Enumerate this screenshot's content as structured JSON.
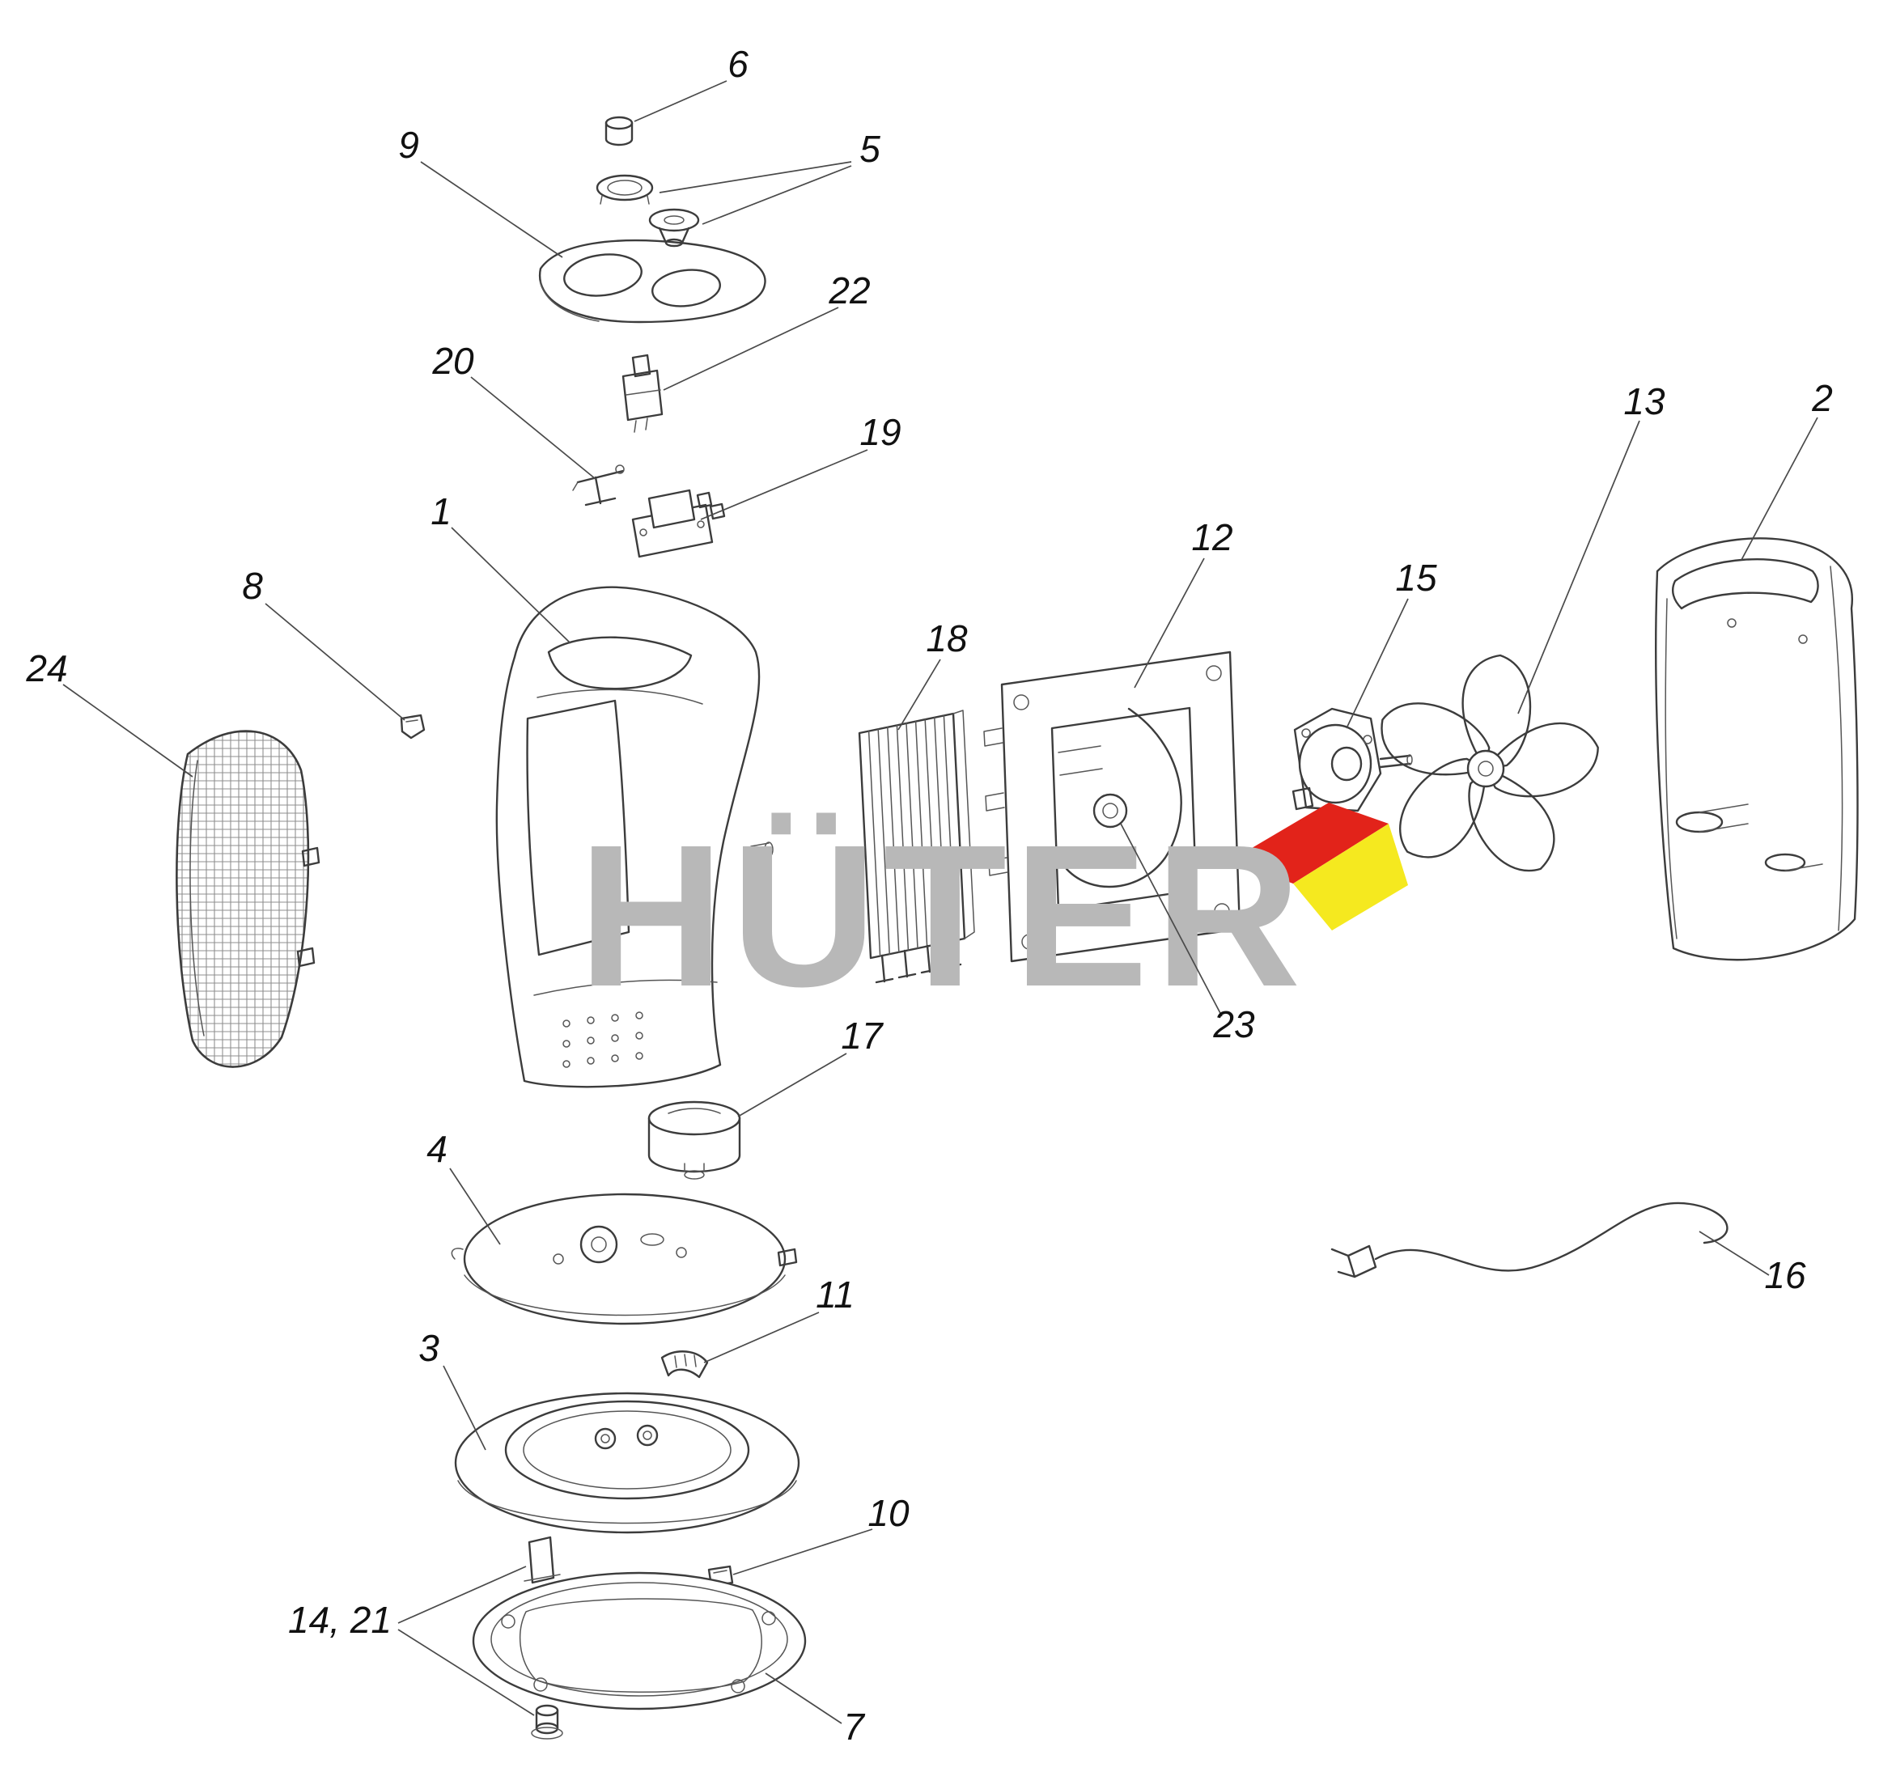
{
  "diagram": {
    "watermark": "HÜTER",
    "colors": {
      "line": "#3c3c3c",
      "label": "#111111",
      "watermark_gray": "#b8b8b8",
      "accent_red": "#e2231a",
      "accent_yellow": "#f5e91f"
    },
    "callouts": {
      "c1": {
        "label": "1"
      },
      "c2": {
        "label": "2"
      },
      "c3": {
        "label": "3"
      },
      "c4": {
        "label": "4"
      },
      "c5": {
        "label": "5"
      },
      "c6": {
        "label": "6"
      },
      "c7": {
        "label": "7"
      },
      "c8": {
        "label": "8"
      },
      "c9": {
        "label": "9"
      },
      "c10": {
        "label": "10"
      },
      "c11": {
        "label": "11"
      },
      "c12": {
        "label": "12"
      },
      "c13": {
        "label": "13"
      },
      "c14_21": {
        "label": "14, 21"
      },
      "c15": {
        "label": "15"
      },
      "c16": {
        "label": "16"
      },
      "c17": {
        "label": "17"
      },
      "c18": {
        "label": "18"
      },
      "c19": {
        "label": "19"
      },
      "c20": {
        "label": "20"
      },
      "c22": {
        "label": "22"
      },
      "c23": {
        "label": "23"
      },
      "c24": {
        "label": "24"
      }
    }
  }
}
